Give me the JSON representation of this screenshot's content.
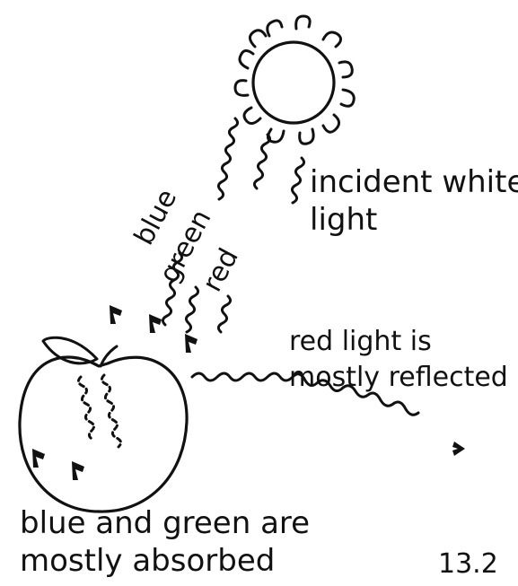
{
  "diagram": {
    "incident_label_line1": "incident white",
    "incident_label_line2": "light",
    "ray_labels": {
      "blue": "blue",
      "green": "green",
      "red": "red"
    },
    "reflected_label_line1": "red light is",
    "reflected_label_line2": "mostly reflected",
    "absorbed_label_line1": "blue and green are",
    "absorbed_label_line2": "mostly absorbed",
    "figure_number": "13.2"
  },
  "icons": {
    "sun": "sun-icon",
    "apple": "apple-icon",
    "arrowhead": "arrowhead-icon"
  },
  "colors": {
    "ink": "#111111",
    "background": "#ffffff"
  }
}
